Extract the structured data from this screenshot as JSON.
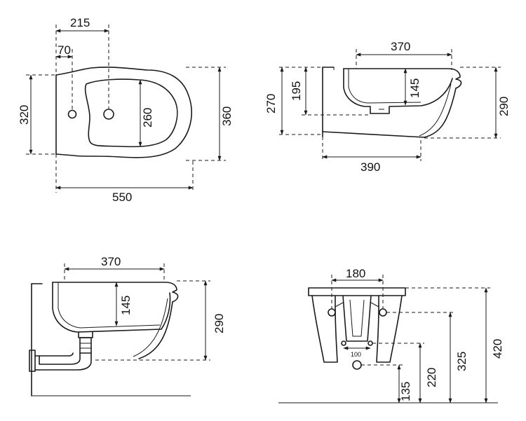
{
  "top_view": {
    "dim_width_total": "550",
    "dim_outer_height": "360",
    "dim_back_height": "320",
    "dim_bowl_height": "260",
    "dim_tap_offset": "215",
    "dim_hole_offset": "70"
  },
  "side_view_top_right": {
    "dim_bowl_width": "370",
    "dim_total_height": "270",
    "dim_inner_height": "195",
    "dim_bowl_depth": "145",
    "dim_front_height": "290",
    "dim_base_length": "390"
  },
  "side_view_bottom_left": {
    "dim_bowl_width": "370",
    "dim_bowl_depth": "145",
    "dim_front_height": "290"
  },
  "front_view": {
    "dim_spacing": "180",
    "dim_small_spacing": "100",
    "dim_total_height": "420",
    "dim_mid_height": "325",
    "dim_lower_height": "220",
    "dim_floor_height": "135"
  }
}
